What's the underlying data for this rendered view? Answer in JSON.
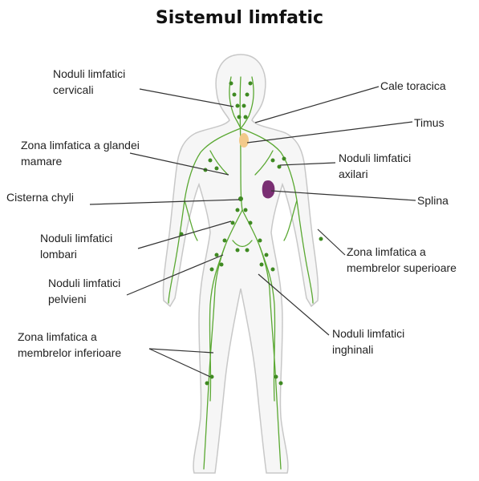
{
  "title": "Sistemul limfatic",
  "labels": {
    "noduli_cervicali": [
      "Noduli limfatici",
      "cervicali"
    ],
    "zona_glandei_mamare": [
      "Zona limfatica a glandei",
      "mamare"
    ],
    "cisterna_chyli": "Cisterna chyli",
    "noduli_lombari": [
      "Noduli limfatici",
      "lombari"
    ],
    "noduli_pelvieni": [
      "Noduli limfatici",
      "pelvieni"
    ],
    "zona_membrelor_inferioare": [
      "Zona limfatica a",
      "membrelor inferioare"
    ],
    "cale_toracica": "Cale toracica",
    "timus": "Timus",
    "noduli_axilari": [
      "Noduli limfatici",
      "axilari"
    ],
    "splina": "Splina",
    "zona_membrelor_superioare": [
      "Zona limfatica a",
      "membrelor superioare"
    ],
    "noduli_inghinali": [
      "Noduli limfatici",
      "inghinali"
    ]
  },
  "colors": {
    "lymph": "#5aa832",
    "node": "#3f8a22",
    "spleen": "#7a2f73",
    "thymus": "#f2c98a",
    "body_outline": "#c8c8c8",
    "leader_line": "#333333"
  }
}
